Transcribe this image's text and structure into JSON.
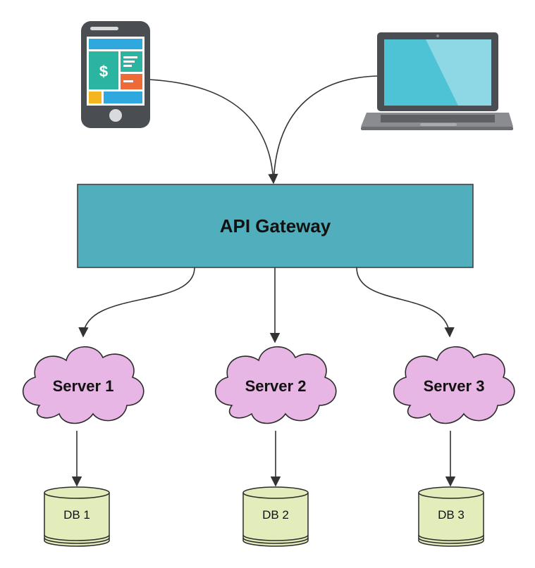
{
  "gateway": {
    "label": "API Gateway"
  },
  "servers": [
    {
      "label": "Server 1"
    },
    {
      "label": "Server 2"
    },
    {
      "label": "Server 3"
    }
  ],
  "databases": [
    {
      "label": "DB 1"
    },
    {
      "label": "DB 2"
    },
    {
      "label": "DB 3"
    }
  ],
  "phone": {
    "glyph": "$"
  },
  "icons": {
    "phone": "mobile-phone-icon",
    "laptop": "laptop-icon"
  },
  "colors": {
    "gateway_fill": "#50AEBD",
    "cloud_fill": "#E8B6E4",
    "db_fill": "#E3EDBC",
    "line": "#333333",
    "device_body": "#4A4D52",
    "laptop_screen": "#4FC3D6",
    "phone_tile_blue": "#2FA8E0",
    "phone_tile_teal": "#2BB5A0",
    "phone_tile_orange": "#EE6A36",
    "phone_tile_yellow": "#F5B51E"
  }
}
